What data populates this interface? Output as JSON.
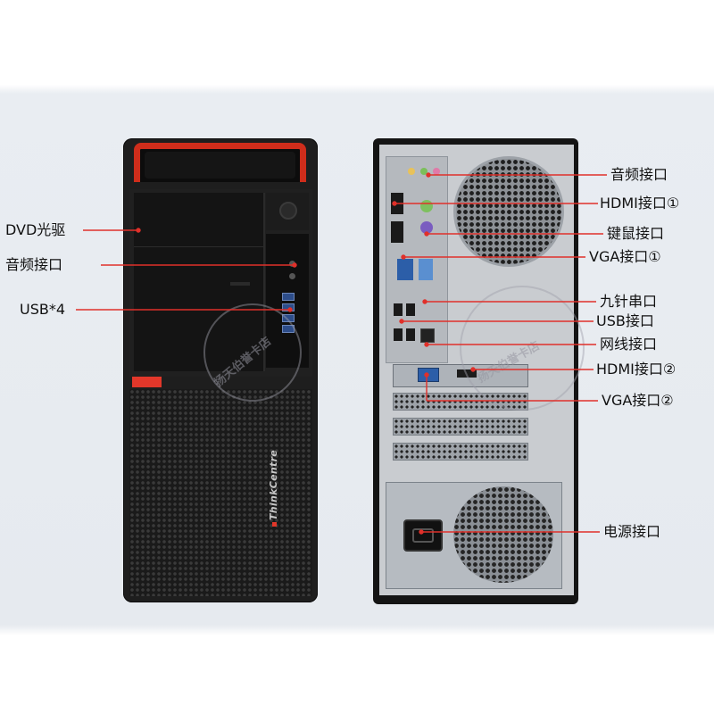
{
  "left_labels": [
    {
      "text": "DVD光驱"
    },
    {
      "text": "音频接口"
    },
    {
      "text": "USB*4"
    }
  ],
  "right_labels": [
    {
      "text": "音频接口"
    },
    {
      "text": "HDMI接口①"
    },
    {
      "text": "键鼠接口"
    },
    {
      "text": "VGA接口①"
    },
    {
      "text": "九针串口"
    },
    {
      "text": "USB接口"
    },
    {
      "text": "网线接口"
    },
    {
      "text": "HDMI接口②"
    },
    {
      "text": "VGA接口②"
    },
    {
      "text": "电源接口"
    }
  ],
  "brand": {
    "name": "ThinkCentre"
  },
  "watermark": {
    "text": "扬天伯誉卡店"
  },
  "colors": {
    "accent_red": "#e2372a",
    "leader_line": "#e0302a",
    "chassis": "#1e1e1e",
    "rear_plate": "#c9ccd0"
  }
}
